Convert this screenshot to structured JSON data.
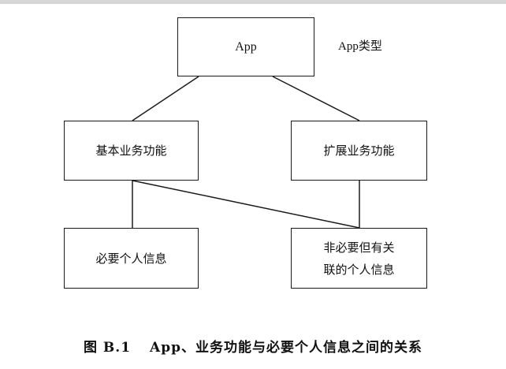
{
  "diagram": {
    "nodes": {
      "app": "App",
      "basic_functions": "基本业务功能",
      "extended_functions": "扩展业务功能",
      "required_info": "必要个人信息",
      "optional_info_line1": "非必要但有关",
      "optional_info_line2": "联的个人信息"
    },
    "side_label": "App类型",
    "edges": [
      {
        "from": "app",
        "to": "basic_functions"
      },
      {
        "from": "app",
        "to": "extended_functions"
      },
      {
        "from": "basic_functions",
        "to": "required_info"
      },
      {
        "from": "basic_functions",
        "to": "optional_info"
      },
      {
        "from": "extended_functions",
        "to": "optional_info"
      }
    ]
  },
  "caption": {
    "label": "图 B.1",
    "text": "App、业务功能与必要个人信息之间的关系"
  }
}
